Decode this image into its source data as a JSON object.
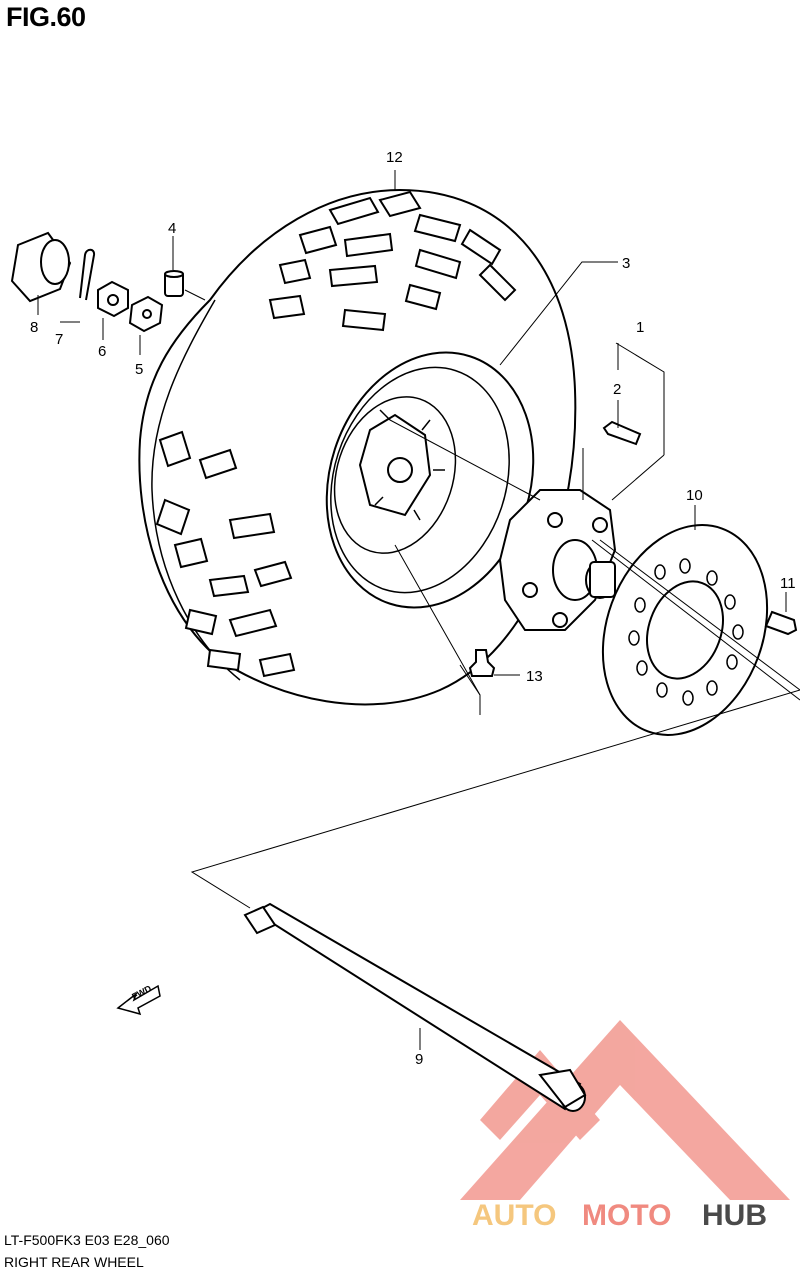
{
  "figure": {
    "title": "FIG.60",
    "code": "LT-F500FK3 E03 E28_060",
    "caption": "RIGHT REAR WHEEL"
  },
  "callouts": [
    {
      "id": "c1",
      "label": "1"
    },
    {
      "id": "c2",
      "label": "2"
    },
    {
      "id": "c3",
      "label": "3"
    },
    {
      "id": "c4",
      "label": "4"
    },
    {
      "id": "c5",
      "label": "5"
    },
    {
      "id": "c6",
      "label": "6"
    },
    {
      "id": "c7",
      "label": "7"
    },
    {
      "id": "c8",
      "label": "8"
    },
    {
      "id": "c9",
      "label": "9"
    },
    {
      "id": "c10",
      "label": "10"
    },
    {
      "id": "c11",
      "label": "11"
    },
    {
      "id": "c12",
      "label": "12"
    },
    {
      "id": "c13",
      "label": "13"
    }
  ],
  "direction_marker": {
    "text": "FWD"
  },
  "watermark": {
    "part1": "AUTO",
    "part2": "MOTO",
    "part3": "HUB",
    "colors": {
      "auto": "#f5c77e",
      "moto": "#f08a80",
      "hub": "#4a4a4a",
      "logo": "#f08a80"
    }
  }
}
